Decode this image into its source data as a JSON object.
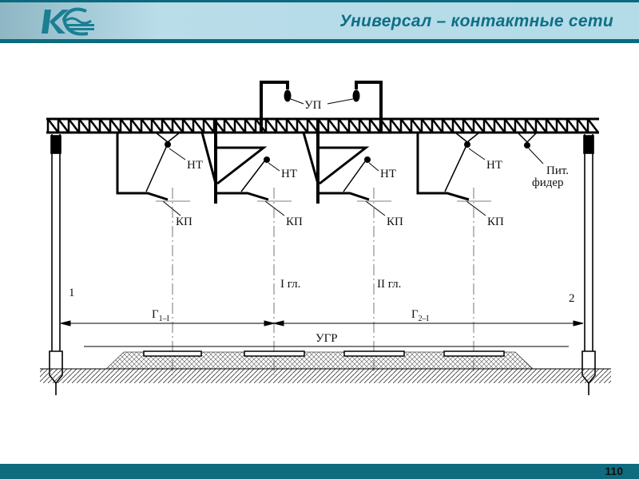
{
  "header": {
    "title": "Универсал – контактные сети",
    "logo_text": "КС"
  },
  "diagram": {
    "up_label": "УП",
    "nt_labels": [
      "НТ",
      "НТ",
      "НТ",
      "НТ"
    ],
    "kp_labels": [
      "КП",
      "КП",
      "КП",
      "КП"
    ],
    "feeder_label_1": "Пит.",
    "feeder_label_2": "фидер",
    "pole_left": "1",
    "pole_right": "2",
    "track_1": "I  гл.",
    "track_2": "II  гл.",
    "gauge_1": {
      "main": "Г",
      "sub": "1–I"
    },
    "gauge_2": {
      "main": "Г",
      "sub": "2–I"
    },
    "ugr_label": "УГР"
  },
  "footer": {
    "page_number": "110"
  },
  "colors": {
    "teal": "#0b6a7e",
    "header_bg": "#b3dbe8",
    "title": "#0e6f86"
  }
}
